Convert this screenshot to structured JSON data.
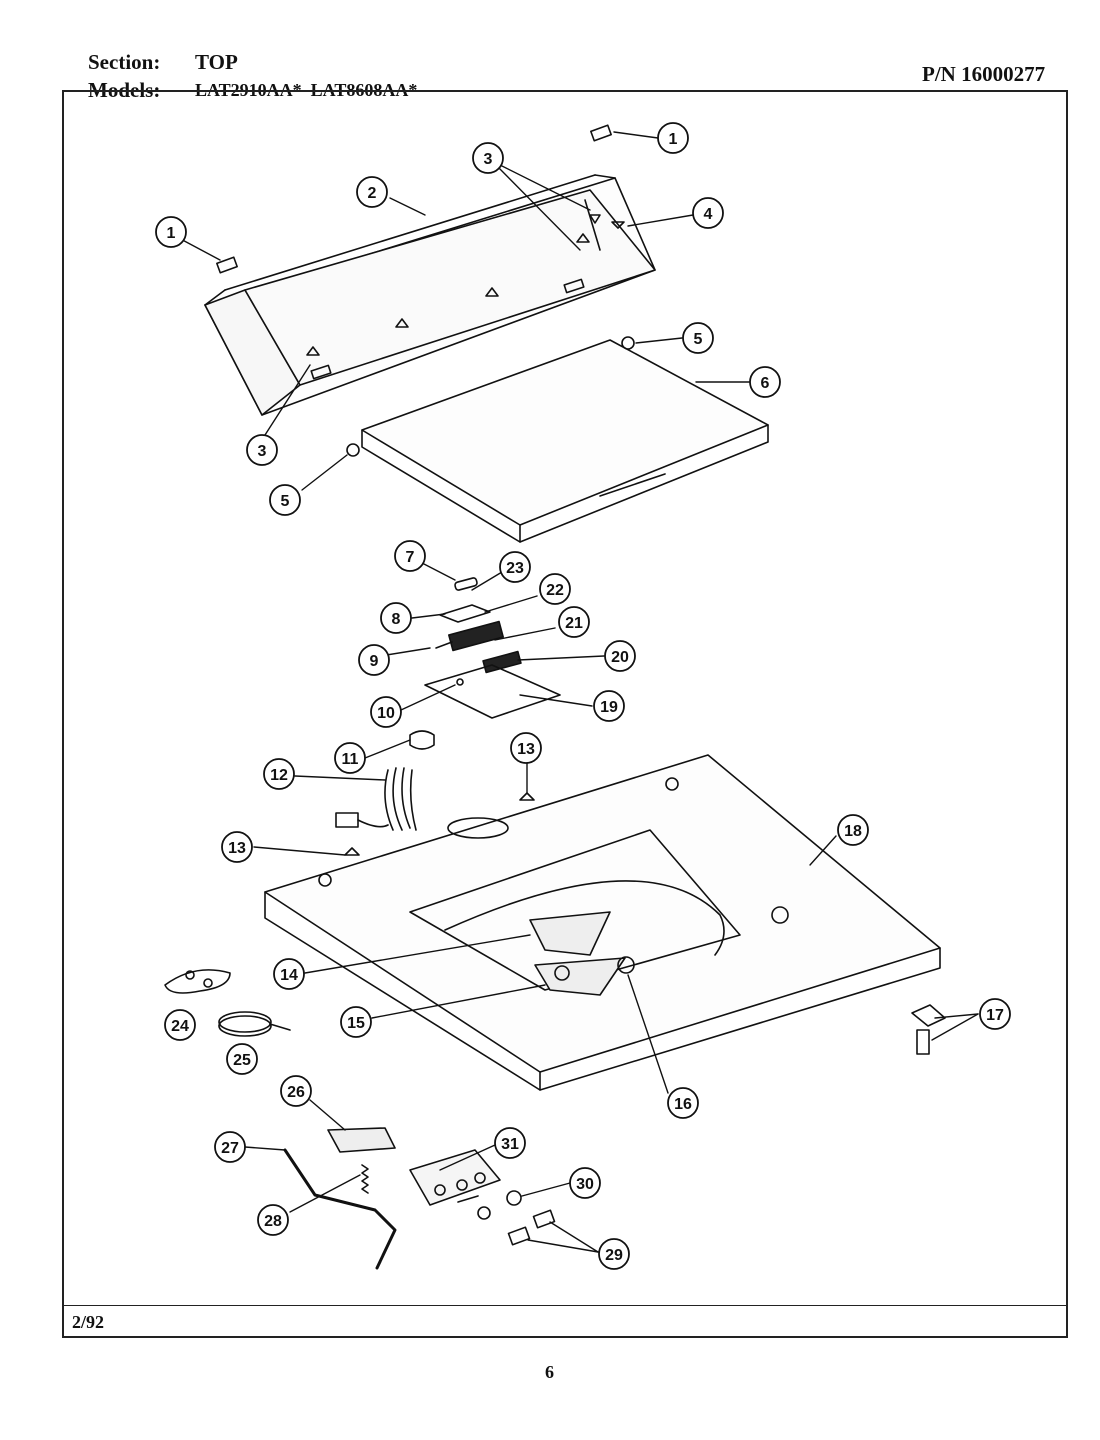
{
  "header": {
    "section_label": "Section:",
    "section_value": "TOP",
    "part_number": "P/N 16000277",
    "models_label": "Models:",
    "models_value": "LAT2910AA*  LAT8608AA*"
  },
  "footer": {
    "date": "2/92",
    "page_number": "6"
  },
  "callouts": [
    "1",
    "1",
    "2",
    "3",
    "3",
    "4",
    "5",
    "5",
    "6",
    "7",
    "8",
    "9",
    "10",
    "11",
    "12",
    "13",
    "13",
    "14",
    "15",
    "16",
    "17",
    "18",
    "19",
    "20",
    "21",
    "22",
    "23",
    "24",
    "25",
    "26",
    "27",
    "28",
    "29",
    "30",
    "31"
  ],
  "colors": {
    "ink": "#111111",
    "paper": "#ffffff"
  }
}
